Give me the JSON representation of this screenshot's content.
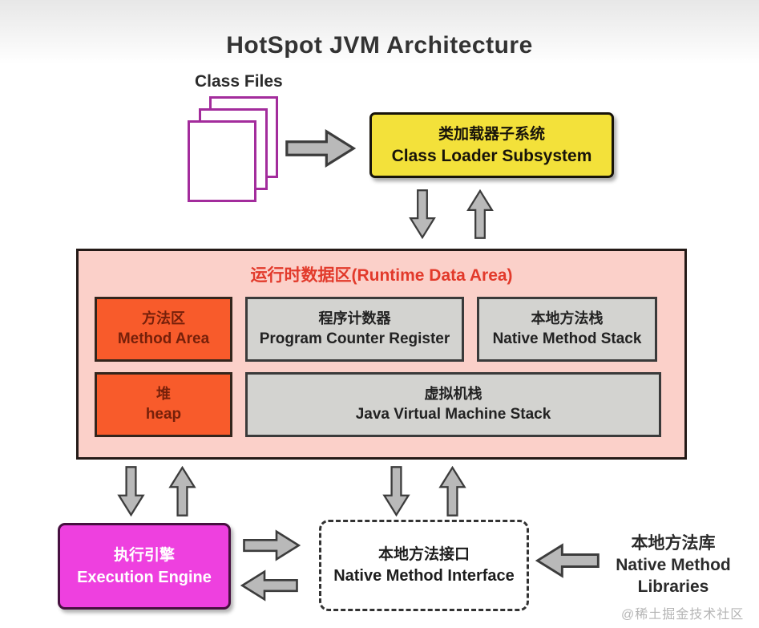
{
  "title": "HotSpot JVM Architecture",
  "class_files": {
    "label": "Class Files"
  },
  "class_loader": {
    "line1": "类加载器子系统",
    "line2": "Class Loader Subsystem"
  },
  "runtime": {
    "header": "运行时数据区(Runtime Data Area)",
    "boxes": {
      "method_area": {
        "line1": "方法区",
        "line2": "Method Area"
      },
      "pc_register": {
        "line1": "程序计数器",
        "line2": "Program Counter Register"
      },
      "native_stack": {
        "line1": "本地方法栈",
        "line2": "Native Method Stack"
      },
      "heap": {
        "line1": "堆",
        "line2": "heap"
      },
      "jvm_stack": {
        "line1": "虚拟机栈",
        "line2": "Java Virtual Machine Stack"
      }
    }
  },
  "execution_engine": {
    "line1": "执行引擎",
    "line2": "Execution Engine"
  },
  "native_interface": {
    "line1": "本地方法接口",
    "line2": "Native Method Interface"
  },
  "native_libraries": {
    "line1": "本地方法库",
    "line2": "Native Method",
    "line3": "Libraries"
  },
  "watermark": "@稀土掘金技术社区",
  "colors": {
    "class_loader_bg": "#f3e13a",
    "runtime_bg": "#fbd0c9",
    "runtime_title_text": "#e23a2b",
    "orange_box_bg": "#f85b2b",
    "gray_box_bg": "#d3d3d0",
    "execution_engine_bg": "#ee40df",
    "class_file_border": "#a32c9c",
    "arrow_fill": "#b9b9b9"
  }
}
